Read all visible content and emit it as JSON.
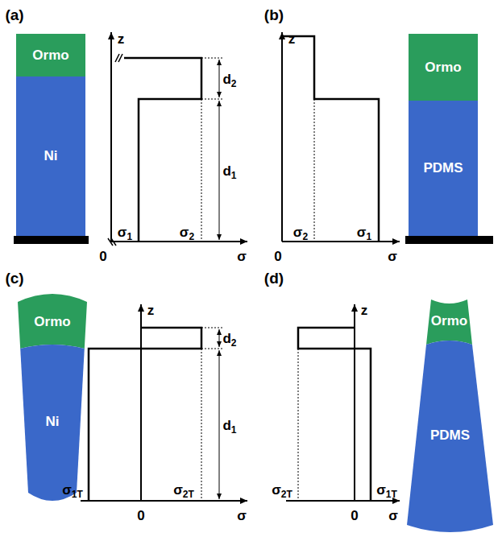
{
  "diagram": {
    "nodes": [
      {
        "text": [
          "Ormo"
        ]
      },
      {
        "text": [
          "Ni"
        ]
      },
      {
        "text": [
          "Ormo"
        ]
      },
      {
        "text": [
          "PDMS"
        ]
      },
      {
        "text": [
          "Ormo"
        ]
      },
      {
        "text": [
          "Ni"
        ]
      },
      {
        "text": [
          "Ormo"
        ]
      },
      {
        "text": [
          "PDMS"
        ]
      }
    ],
    "labels": [
      "(a)",
      "z",
      "d2",
      "d1",
      "σ1",
      "σ2",
      "0",
      "σ",
      "(b)",
      "z",
      "σ2",
      "σ1",
      "0",
      "σ",
      "(c)",
      "z",
      "d2",
      "d1",
      "σ1T",
      "σ2T",
      "0",
      "σ",
      "(d)",
      "z",
      "σ2T",
      "σ1T",
      "0",
      "σ"
    ]
  }
}
